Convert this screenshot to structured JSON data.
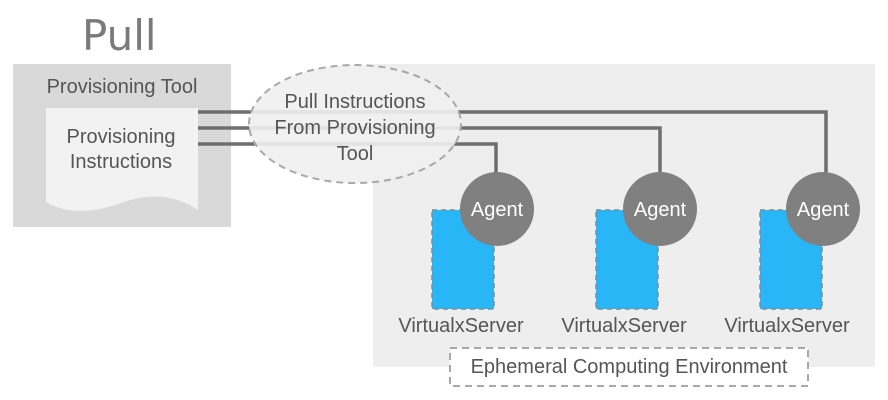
{
  "title": "Pull",
  "provisioning_tool": {
    "label": "Provisioning Tool",
    "doc_line1": "Provisioning",
    "doc_line2": "Instructions"
  },
  "pull_bubble": {
    "line1": "Pull Instructions",
    "line2": "From Provisioning",
    "line3": "Tool"
  },
  "servers": [
    {
      "agent": "Agent",
      "label": "VirtualxServer"
    },
    {
      "agent": "Agent",
      "label": "VirtualxServer"
    },
    {
      "agent": "Agent",
      "label": "VirtualxServer"
    }
  ],
  "environment_label": "Ephemeral Computing Environment",
  "colors": {
    "server_fill": "#29b6f6",
    "agent_fill": "#808080",
    "panel_fill": "#eeeeee",
    "tool_box_fill": "#d9d9d9",
    "line": "#6e6e6e"
  }
}
